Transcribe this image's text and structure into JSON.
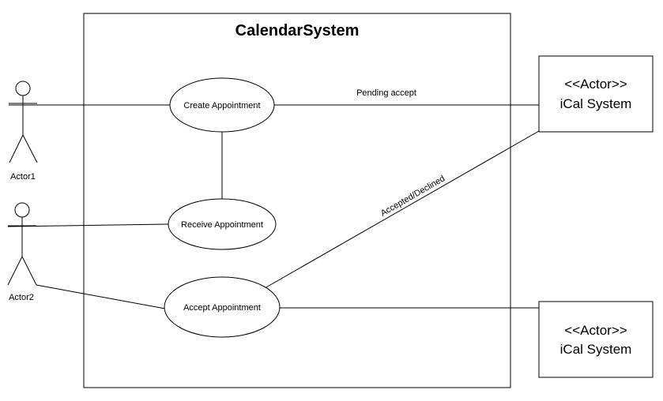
{
  "system": {
    "title": "CalendarSystem"
  },
  "actors": {
    "actor1": {
      "label": "Actor1"
    },
    "actor2": {
      "label": "Actor2"
    }
  },
  "use_cases": {
    "create": "Create Appointment",
    "receive": "Receive Appointment",
    "accept": "Accept Appointment"
  },
  "external_boxes": {
    "top": {
      "stereotype": "<<Actor>>",
      "name": "iCal System"
    },
    "bottom": {
      "stereotype": "<<Actor>>",
      "name": "iCal System"
    }
  },
  "edge_labels": {
    "pending": "Pending accept",
    "accepted_declined": "Accepted/Declined"
  }
}
